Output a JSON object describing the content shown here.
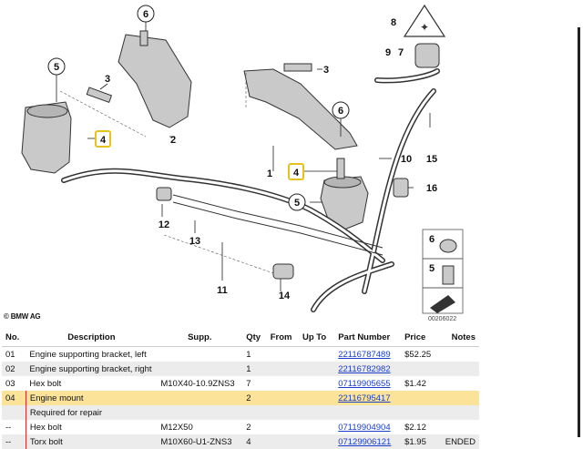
{
  "diagram": {
    "callouts": [
      "6",
      "5",
      "3",
      "4",
      "2",
      "1",
      "3",
      "6",
      "4",
      "5",
      "9",
      "7",
      "8",
      "10",
      "15",
      "16",
      "12",
      "13",
      "11",
      "14",
      "6",
      "5"
    ],
    "copyright": "© BMW AG",
    "doc_id": "00206022",
    "highlight_color": "#e8c21a"
  },
  "table": {
    "headers": {
      "no": "No.",
      "desc": "Description",
      "supp": "Supp.",
      "qty": "Qty",
      "from": "From",
      "upto": "Up To",
      "part": "Part Number",
      "price": "Price",
      "notes": "Notes"
    },
    "rows": [
      {
        "no": "01",
        "desc": "Engine supporting bracket, left",
        "supp": "",
        "qty": "1",
        "from": "",
        "upto": "",
        "part": "22116787489",
        "price": "$52.25",
        "notes": ""
      },
      {
        "no": "02",
        "desc": "Engine supporting bracket, right",
        "supp": "",
        "qty": "1",
        "from": "",
        "upto": "",
        "part": "22116782982",
        "price": "",
        "notes": ""
      },
      {
        "no": "03",
        "desc": "Hex bolt",
        "supp": "M10X40-10.9ZNS3",
        "qty": "7",
        "from": "",
        "upto": "",
        "part": "07119905655",
        "price": "$1.42",
        "notes": ""
      },
      {
        "no": "04",
        "desc": "Engine mount",
        "supp": "",
        "qty": "2",
        "from": "",
        "upto": "",
        "part": "22116795417",
        "price": "",
        "notes": ""
      },
      {
        "no": "",
        "desc": "Required for repair",
        "supp": "",
        "qty": "",
        "from": "",
        "upto": "",
        "part": "",
        "price": "",
        "notes": ""
      },
      {
        "no": "--",
        "desc": "Hex bolt",
        "supp": "M12X50",
        "qty": "2",
        "from": "",
        "upto": "",
        "part": "07119904904",
        "price": "$2.12",
        "notes": ""
      },
      {
        "no": "--",
        "desc": "Torx bolt",
        "supp": "M10X60-U1-ZNS3",
        "qty": "4",
        "from": "",
        "upto": "",
        "part": "07129906121",
        "price": "$1.95",
        "notes": "ENDED"
      }
    ]
  }
}
